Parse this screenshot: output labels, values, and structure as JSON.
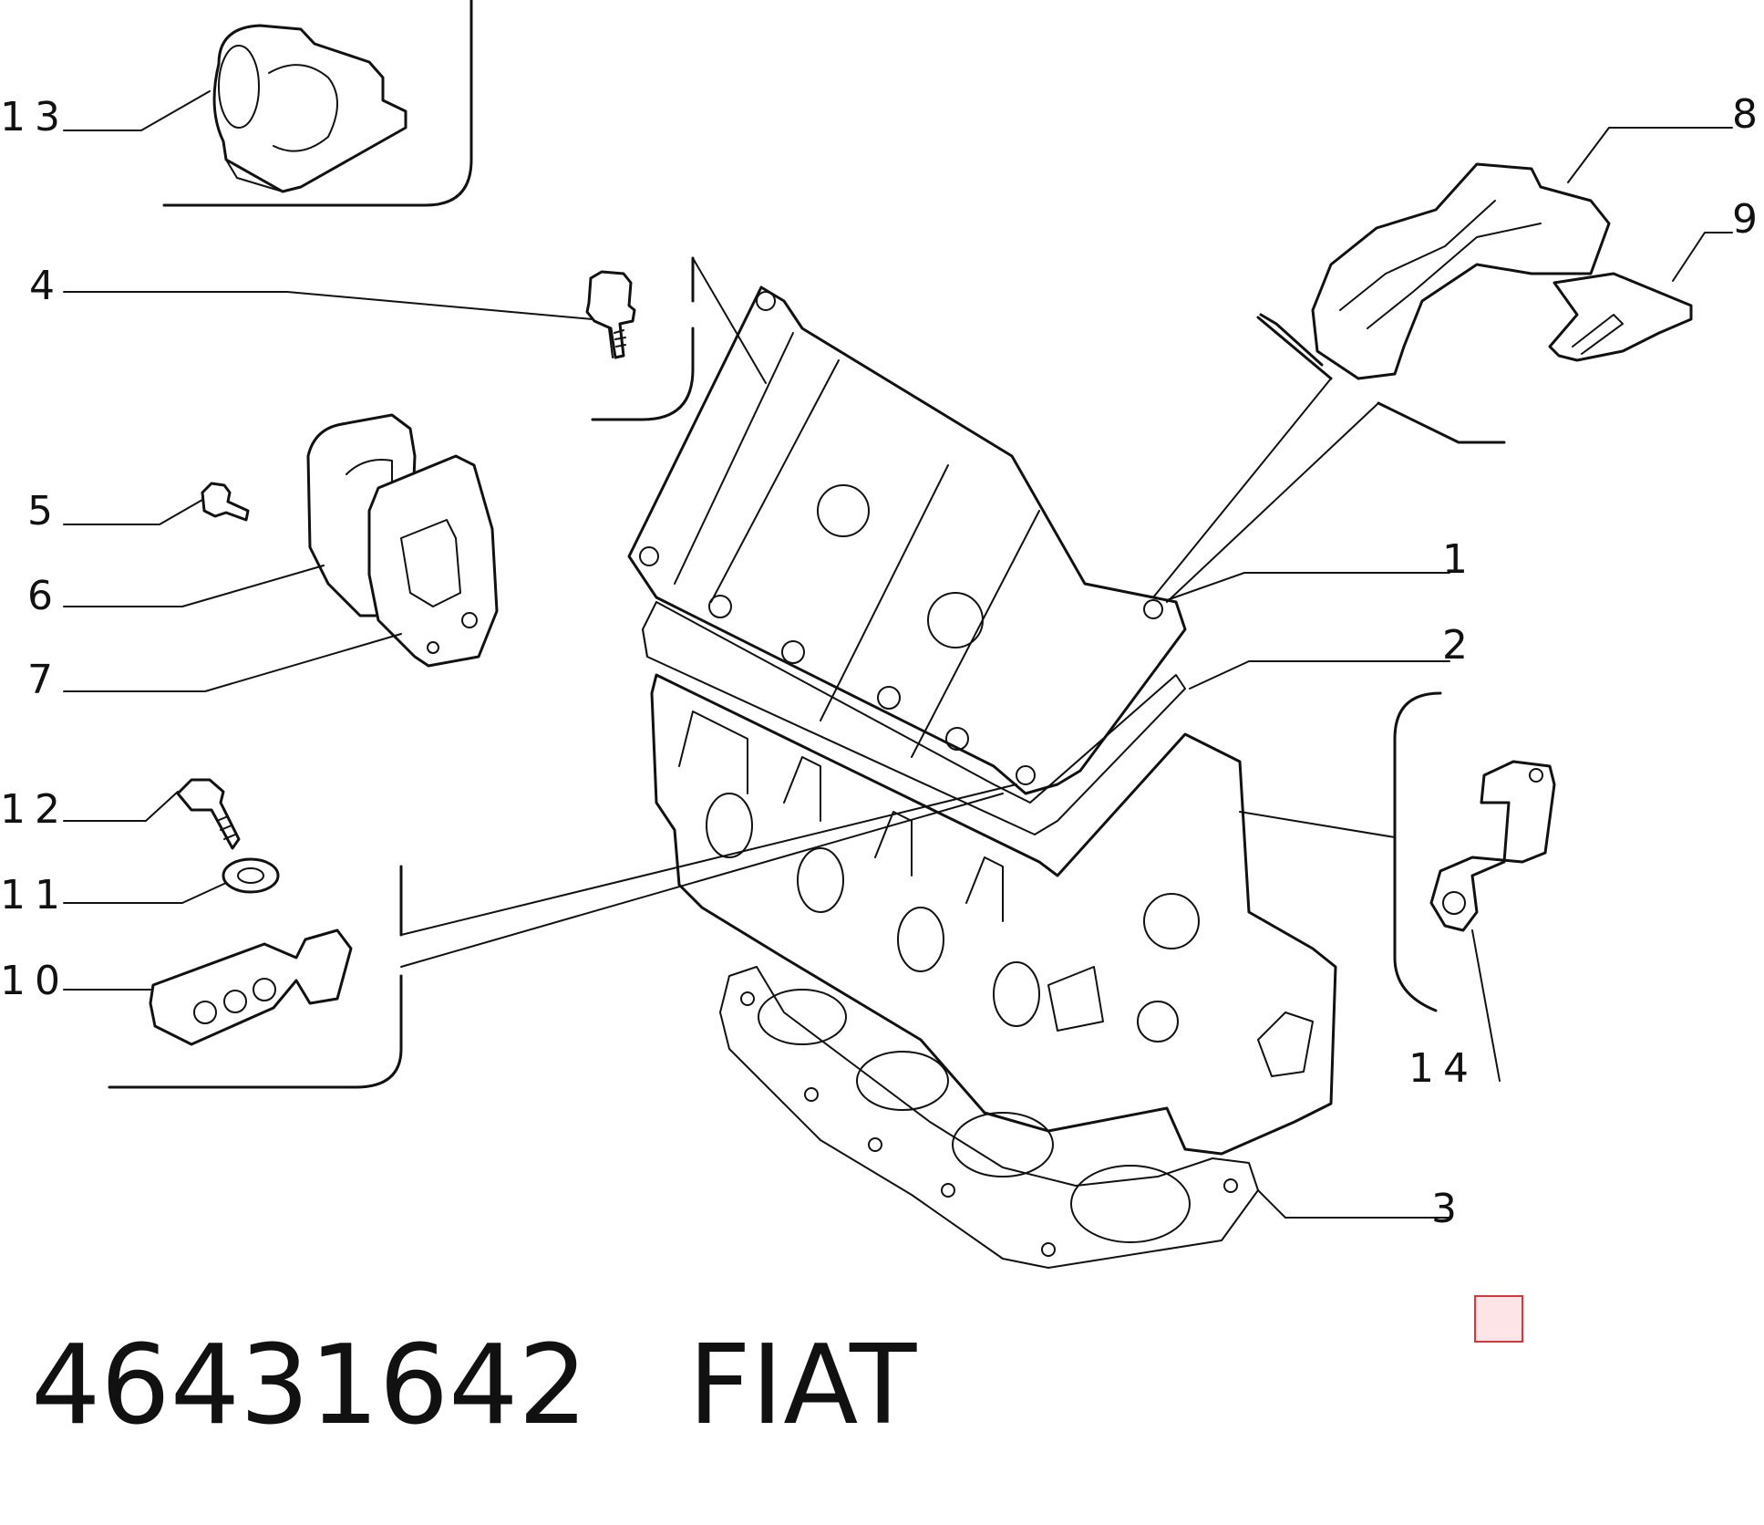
{
  "callouts": [
    {
      "id": "c1",
      "label": "1"
    },
    {
      "id": "c2",
      "label": "2"
    },
    {
      "id": "c3",
      "label": "3"
    },
    {
      "id": "c4",
      "label": "4"
    },
    {
      "id": "c5",
      "label": "5"
    },
    {
      "id": "c6",
      "label": "6"
    },
    {
      "id": "c7",
      "label": "7"
    },
    {
      "id": "c8",
      "label": "8"
    },
    {
      "id": "c9",
      "label": "9"
    },
    {
      "id": "c10",
      "label": "10"
    },
    {
      "id": "c11",
      "label": "11"
    },
    {
      "id": "c12",
      "label": "12"
    },
    {
      "id": "c13",
      "label": "13"
    },
    {
      "id": "c14",
      "label": "14"
    }
  ],
  "caption": {
    "part_number": "46431642",
    "brand": "FIAT"
  },
  "colors": {
    "line": "#111111",
    "marker": "#d9363e",
    "marker_fill": "#fde4e6"
  }
}
